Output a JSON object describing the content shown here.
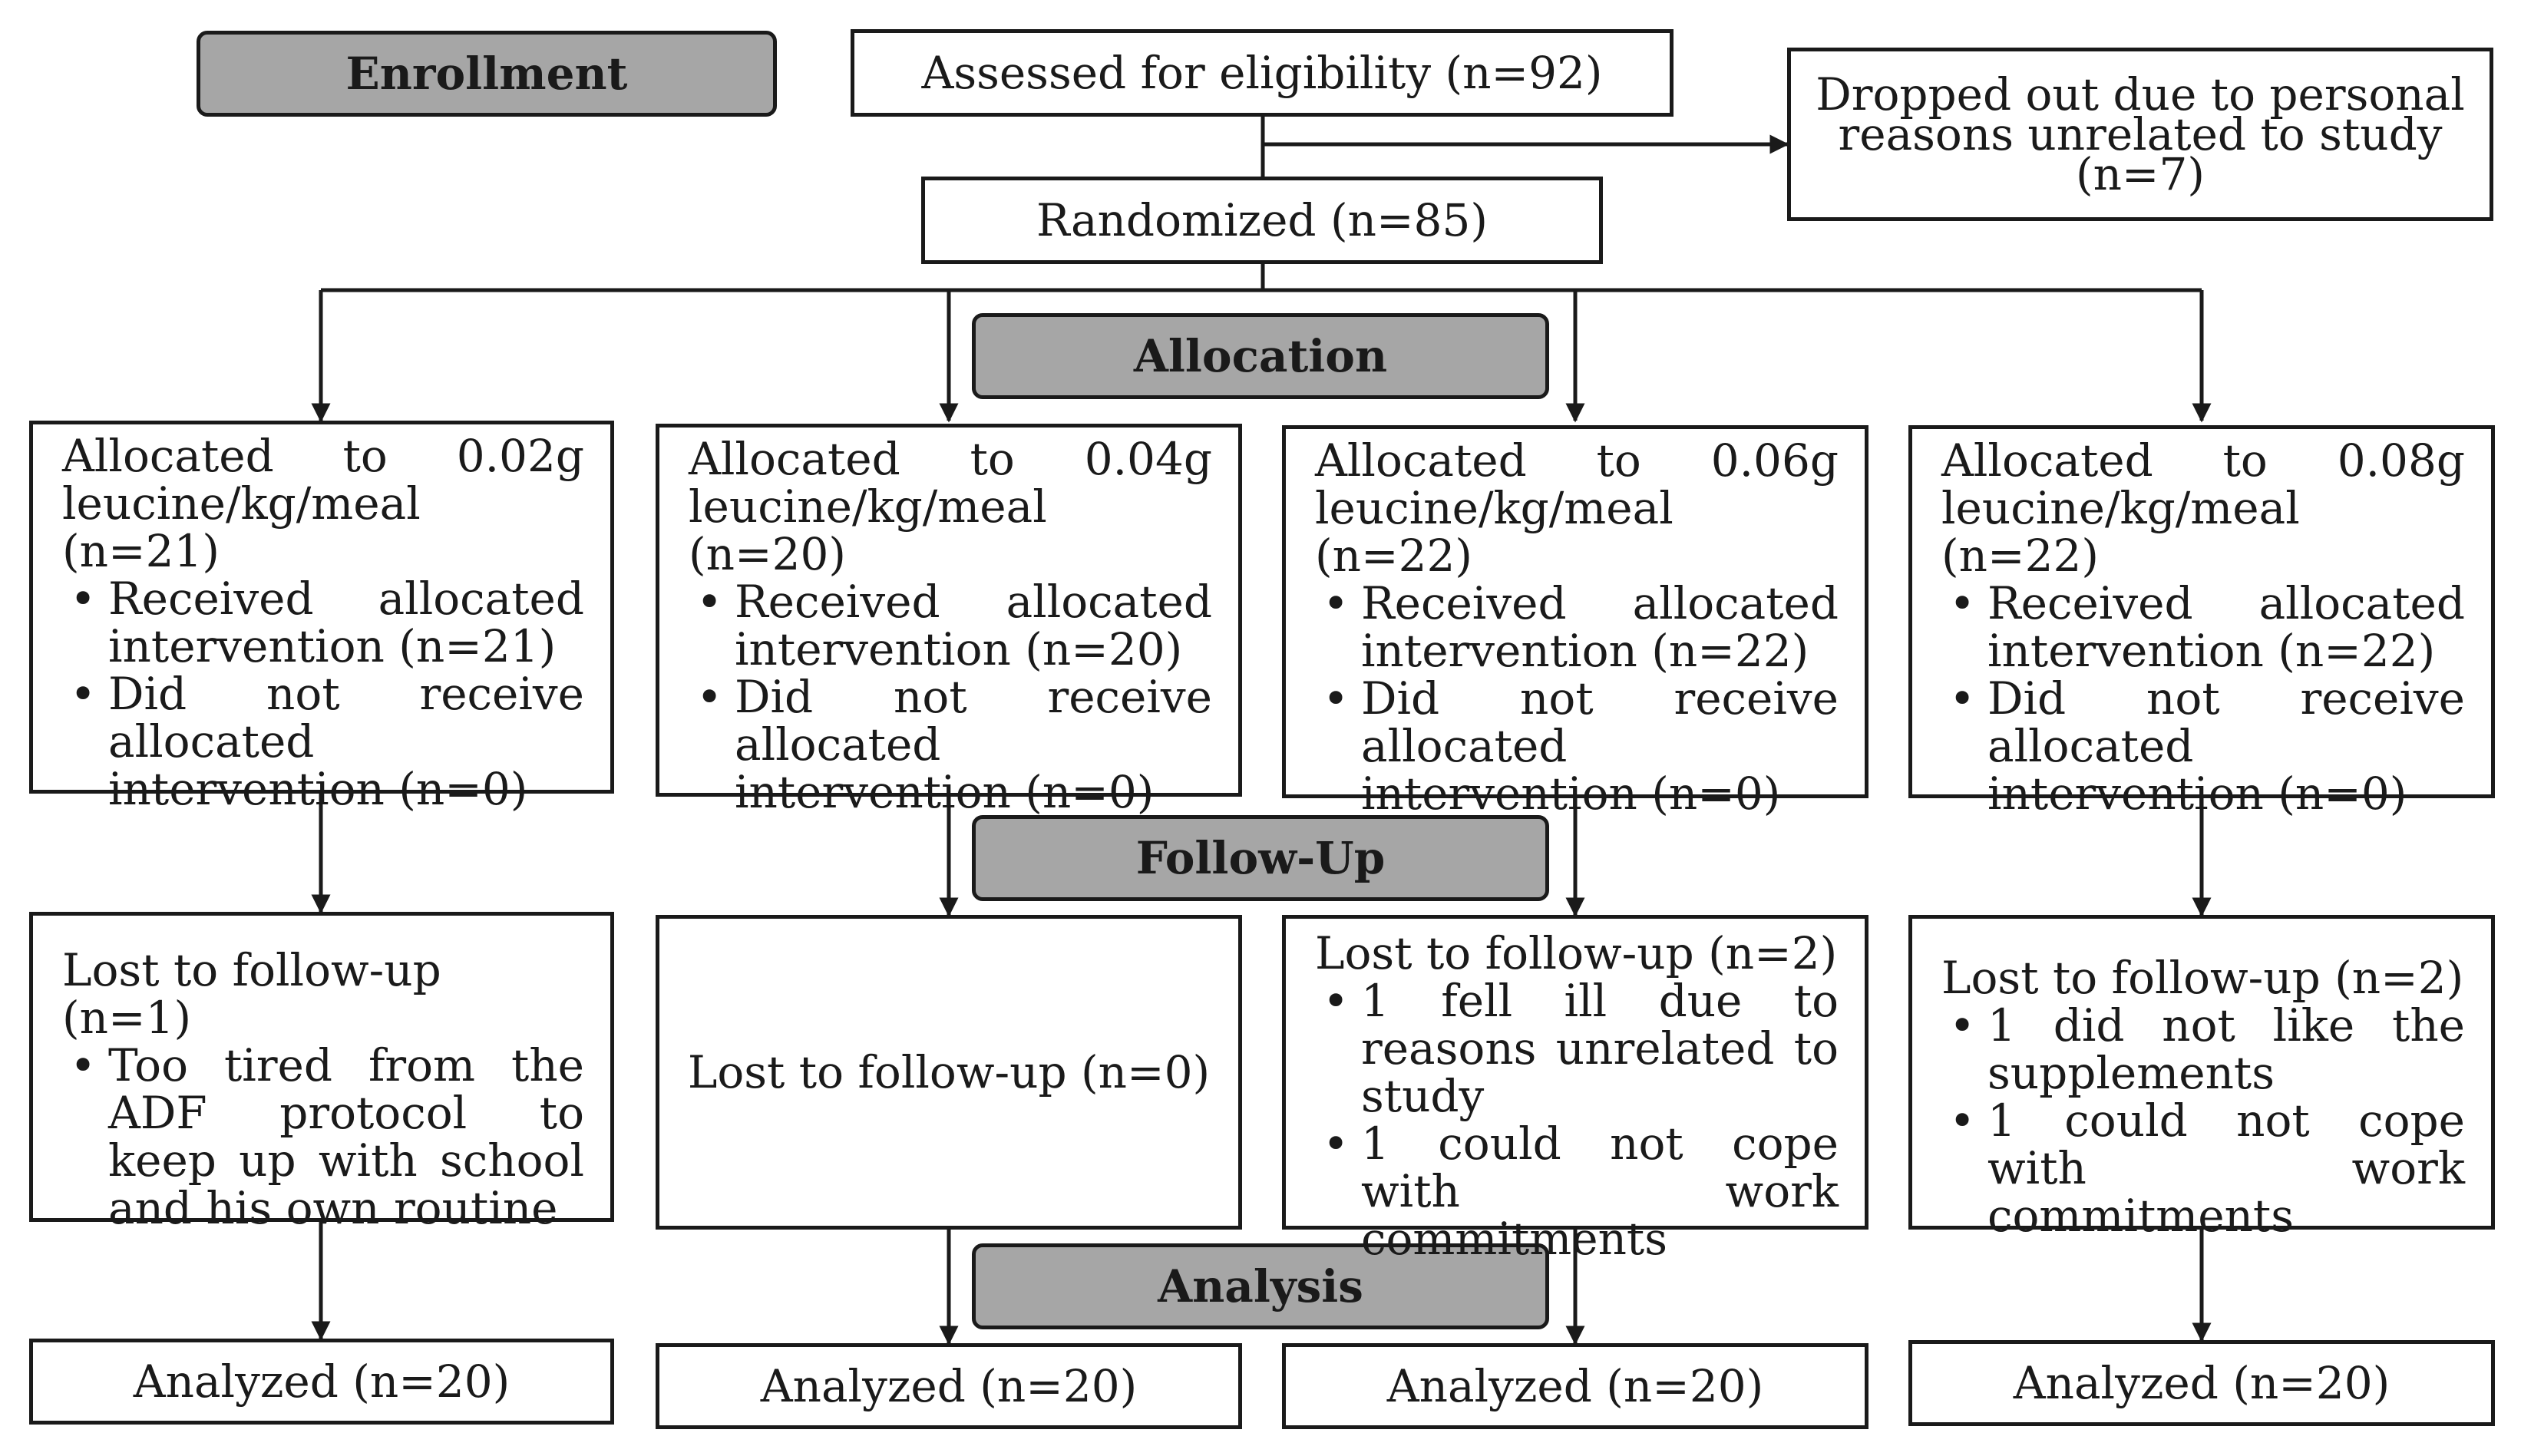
{
  "stages": {
    "enrollment": "Enrollment",
    "allocation": "Allocation",
    "follow_up": "Follow-Up",
    "analysis": "Analysis"
  },
  "assessed": "Assessed for eligibility (n=92)",
  "randomized": "Randomized (n=85)",
  "dropped": {
    "line1": "Dropped out due to personal",
    "line2": "reasons unrelated to study",
    "line3": "(n=7)"
  },
  "arms": [
    {
      "allocated_lead": "Allocated to 0.02g",
      "allocated_tail": "leucine/kg/meal (n=21)",
      "received": "Received allocated intervention (n=21)",
      "not_received": "Did not receive allocated intervention (n=0)",
      "lost_title": "Lost to follow-up (n=1)",
      "lost_reasons": [
        "Too tired from the ADF protocol to keep up with school and his own routine"
      ],
      "analyzed": "Analyzed (n=20)"
    },
    {
      "allocated_lead": "Allocated to 0.04g",
      "allocated_tail": "leucine/kg/meal (n=20)",
      "received": "Received allocated intervention (n=20)",
      "not_received": "Did not receive allocated intervention (n=0)",
      "lost_title": "Lost to follow-up (n=0)",
      "lost_reasons": [],
      "analyzed": "Analyzed (n=20)"
    },
    {
      "allocated_lead": "Allocated to 0.06g",
      "allocated_tail": "leucine/kg/meal (n=22)",
      "received": "Received allocated intervention (n=22)",
      "not_received": "Did not receive allocated intervention (n=0)",
      "lost_title": "Lost to follow-up (n=2)",
      "lost_reasons": [
        "1 fell ill due to reasons unrelated to study",
        "1 could not cope with work commitments"
      ],
      "analyzed": "Analyzed (n=20)"
    },
    {
      "allocated_lead": "Allocated to 0.08g",
      "allocated_tail": "leucine/kg/meal (n=22)",
      "received": "Received allocated intervention (n=22)",
      "not_received": "Did not receive allocated intervention (n=0)",
      "lost_title": "Lost to follow-up (n=2)",
      "lost_reasons": [
        "1 did not like the supplements",
        "1 could not cope with work commitments"
      ],
      "analyzed": "Analyzed (n=20)"
    }
  ]
}
